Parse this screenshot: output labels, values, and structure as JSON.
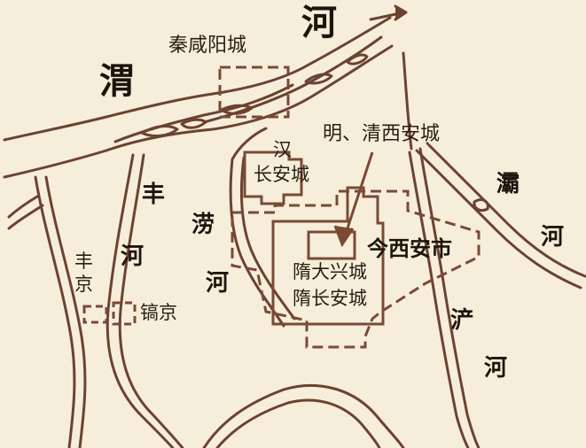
{
  "rivers": {
    "wei_1": "渭",
    "wei_2": "河",
    "feng_1": "丰",
    "feng_2": "河",
    "lao_1": "涝",
    "lao_2": "河",
    "ba_1": "灞",
    "ba_2": "河",
    "chan_1": "浐",
    "chan_2": "河"
  },
  "cities": {
    "qin_xianyang": "秦咸阳城",
    "han_line1": "汉",
    "han_line2": "长安城",
    "ming_qing": "明、清西安城",
    "modern_xian": "今西安市",
    "sui_daxing": "隋大兴城",
    "sui_changan": "隋长安城",
    "fengjing_1": "丰",
    "fengjing_2": "京",
    "haojing": "镐京"
  },
  "colors": {
    "background": "#f6eedb",
    "river_outline": "#6b4330",
    "city_wall": "#7a4a35",
    "text": "#2a1d14"
  }
}
